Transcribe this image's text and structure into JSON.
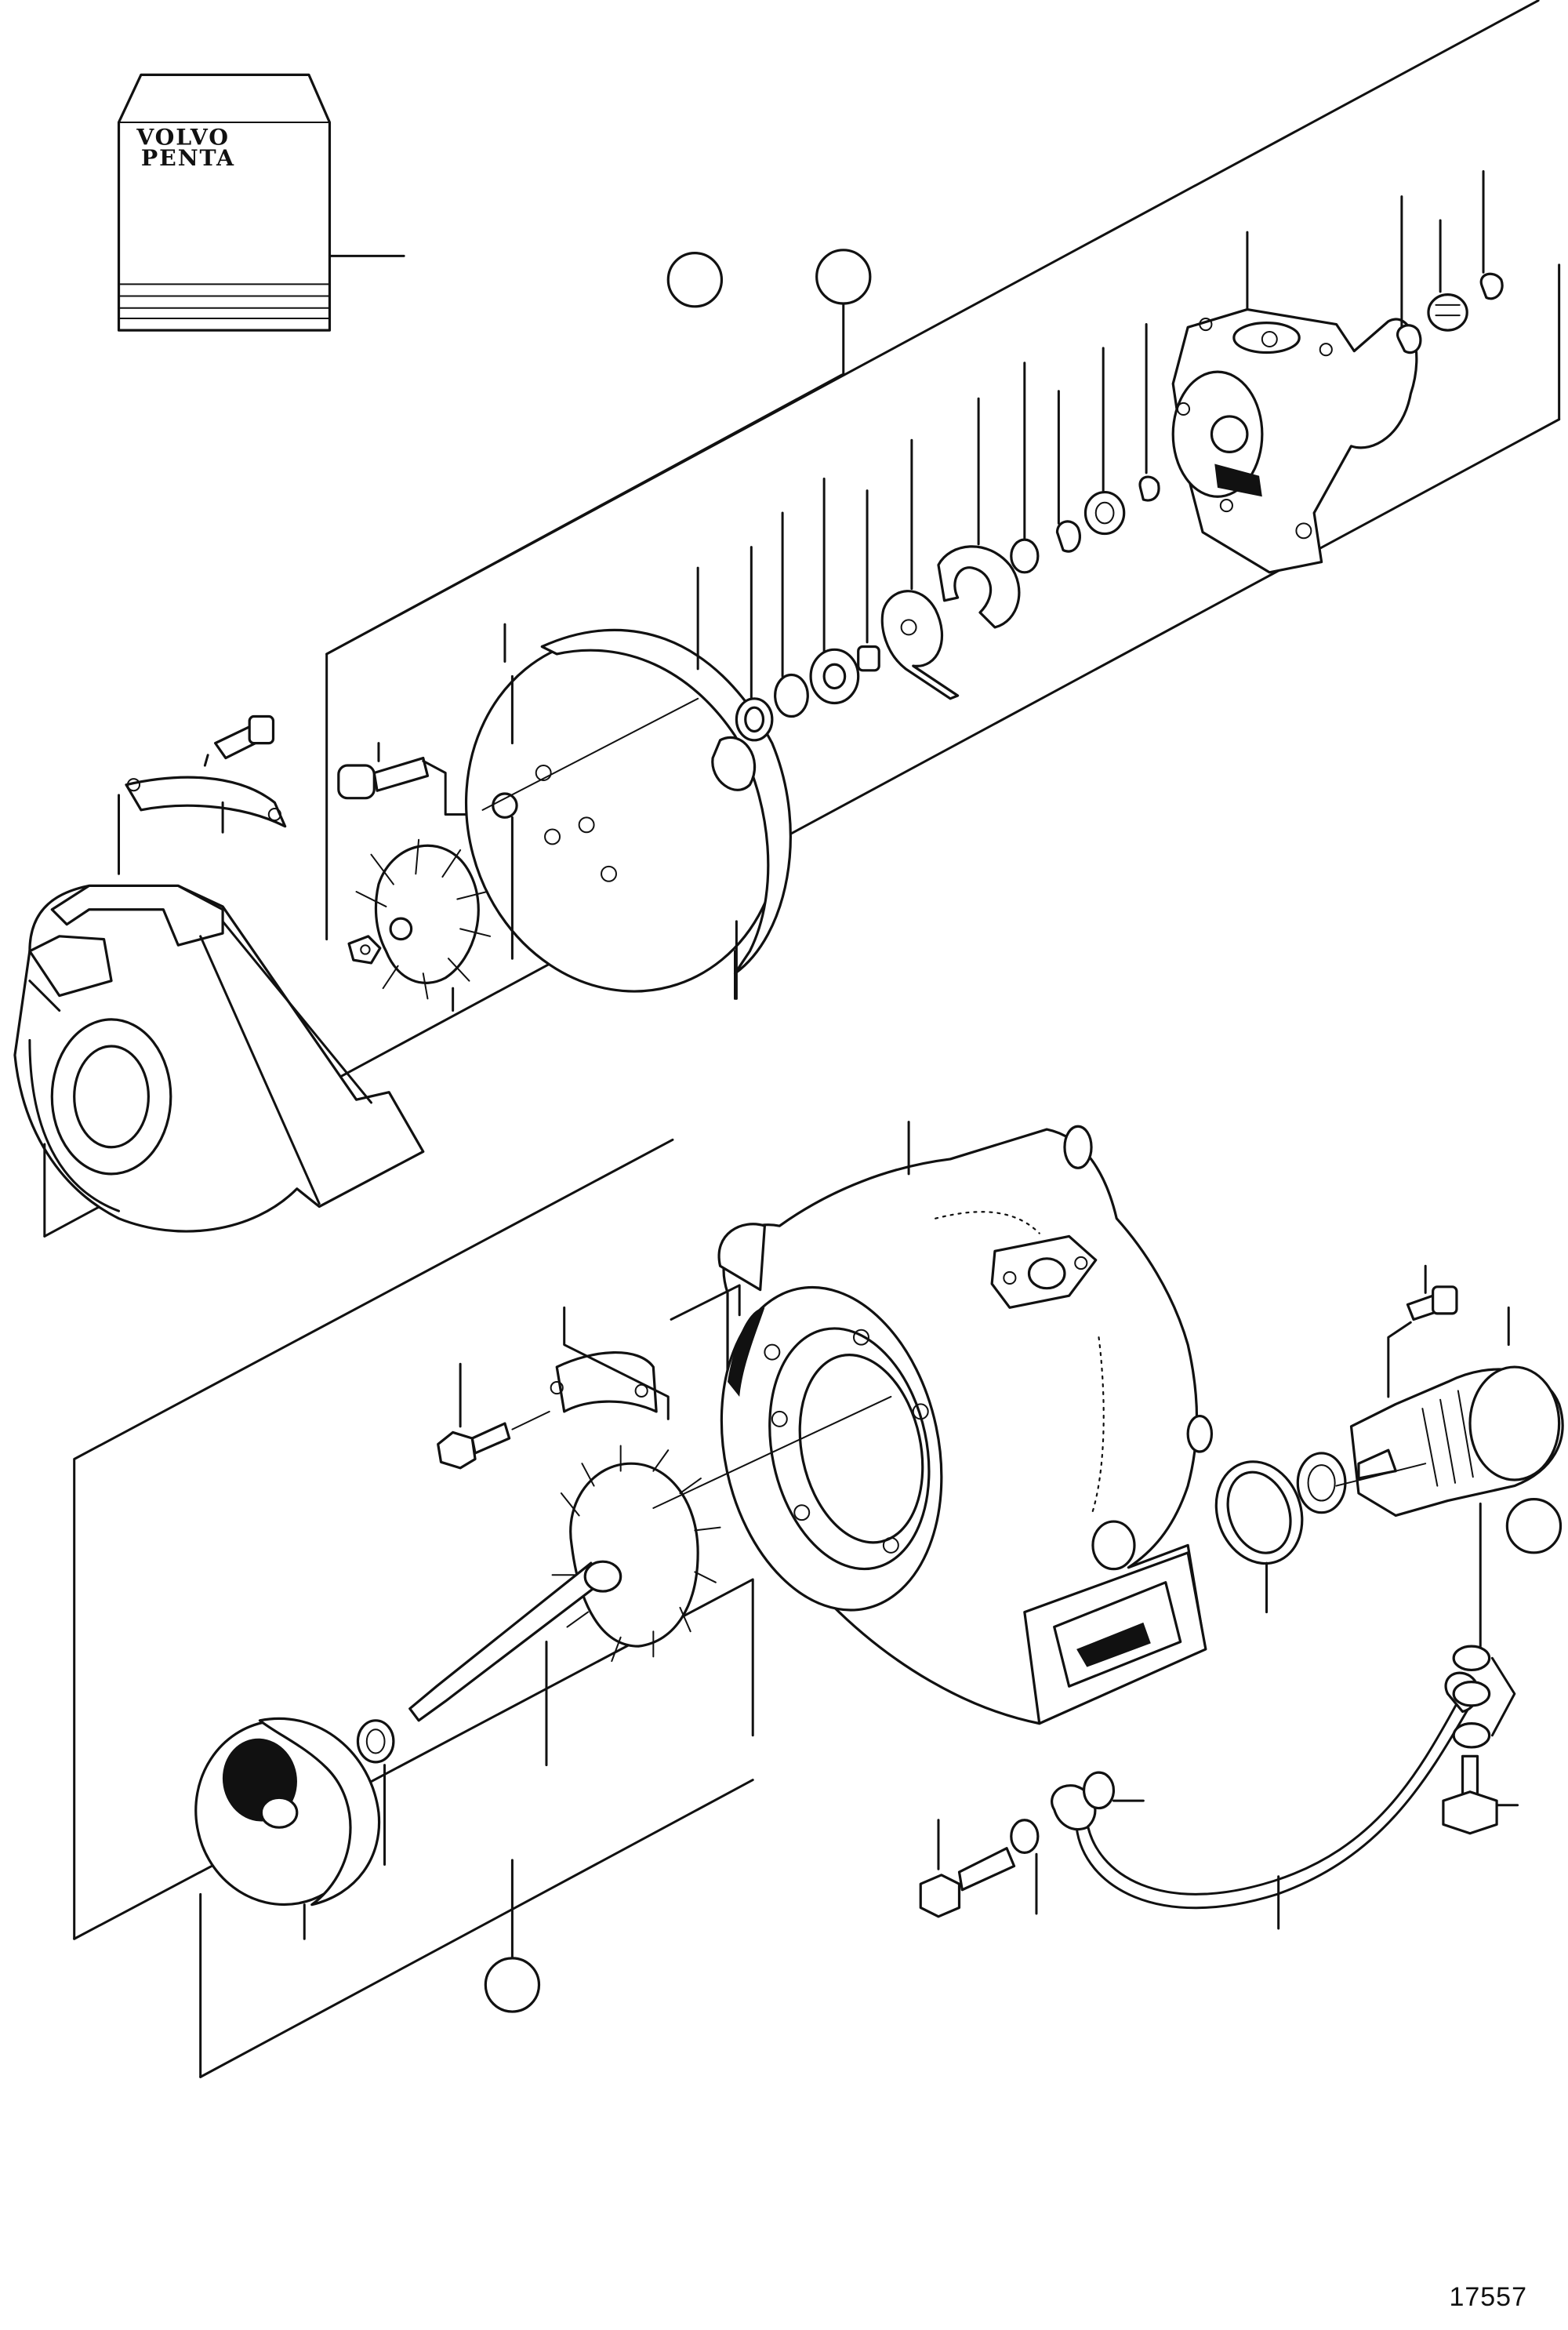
{
  "logo": {
    "line1": "VOLVO",
    "line2": "PENTA"
  },
  "figure_number": "17557",
  "callouts": {
    "count": 4
  }
}
